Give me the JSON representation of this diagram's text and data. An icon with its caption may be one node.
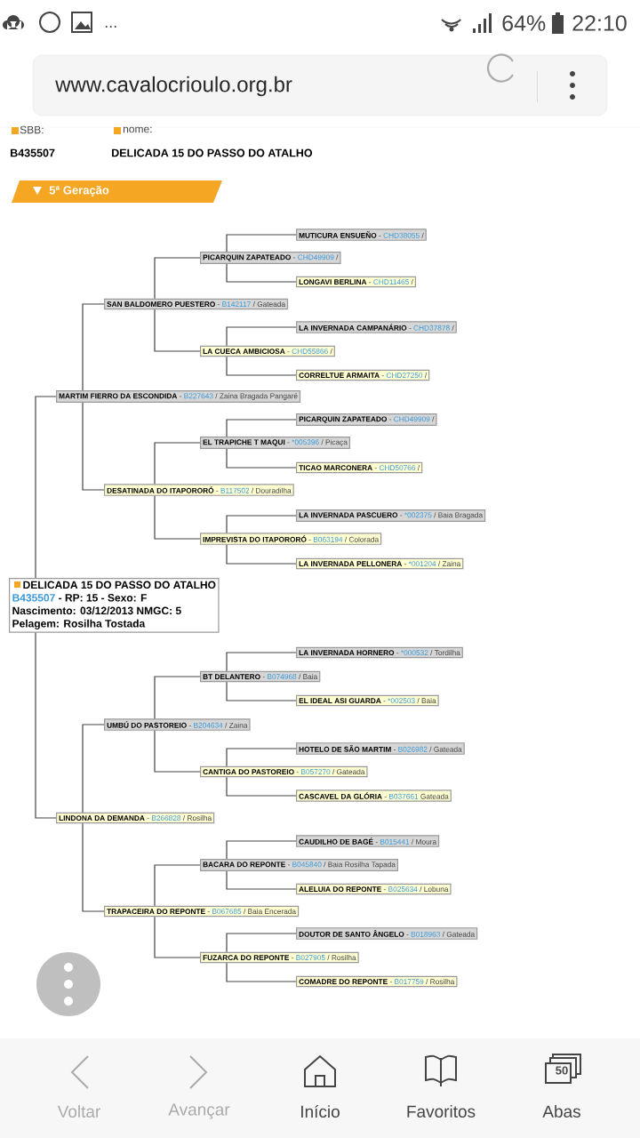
{
  "diagram": {
    "nodes": [
      {
        "text": [
          "MUTICURA ENSUEÑO",
          "-",
          "CHD38055",
          "/"
        ]
      },
      {
        "text": [
          "PICARQUIN ZAPATEADO",
          "-",
          "CHD49909",
          "/"
        ]
      },
      {
        "text": [
          "LONGAVI BERLINA",
          "-",
          "CHD11465",
          "/"
        ]
      },
      {
        "text": [
          "SAN BALDOMERO PUESTERO",
          "-",
          "B142117",
          "/ Gateada"
        ]
      },
      {
        "text": [
          "LA INVERNADA CAMPANÁRIO",
          "-",
          "CHD37878",
          "/"
        ]
      },
      {
        "text": [
          "LA CUECA AMBICIOSA",
          "-",
          "CHD55866",
          "/"
        ]
      },
      {
        "text": [
          "CORRELTUE ARMAITA",
          "-",
          "CHD27250",
          "/"
        ]
      },
      {
        "text": [
          "MARTIM FIERRO DA ESCONDIDA",
          "-",
          "B227643",
          "/ Zaina Bragada Pangaré"
        ]
      },
      {
        "text": [
          "PICARQUIN ZAPATEADO",
          "-",
          "CHD49909",
          "/"
        ]
      },
      {
        "text": [
          "EL TRAPICHE T MAQUI",
          "-",
          "*005396",
          "/ Picaça"
        ]
      },
      {
        "text": [
          "TICAO MARCONERA",
          "-",
          "CHD50766",
          "/"
        ]
      },
      {
        "text": [
          "DESATINADA DO ITAPORORÓ",
          "-",
          "B117502",
          "/ Douradilha"
        ]
      },
      {
        "text": [
          "LA INVERNADA PASCUERO",
          "-",
          "*002375",
          "/ Baia Bragada"
        ]
      },
      {
        "text": [
          "IMPREVISTA DO ITAPORORÓ",
          "-",
          "B063194",
          "/ Colorada"
        ]
      },
      {
        "text": [
          "LA INVERNADA PELLONERA",
          "-",
          "*001204",
          "/ Zaina"
        ]
      },
      {
        "text": [
          "DELICADA 15 DO PASSO DO ATALHO",
          "B435507",
          "- RP: 15 - Sexo: F",
          "Nascimento: 03/12/2013 NMGC: 5",
          "Pelagem: Rosilha Tostada"
        ]
      },
      {
        "text": [
          "LA INVERNADA HORNERO",
          "-",
          "*000532",
          "/ Tordilha"
        ]
      },
      {
        "text": [
          "BT DELANTERO",
          "-",
          "B074968",
          "/ Baia"
        ]
      },
      {
        "text": [
          "EL IDEAL ASI GUARDA",
          "-",
          "*002503",
          "/ Baia"
        ]
      },
      {
        "text": [
          "UMBÚ DO PASTOREIO",
          "-",
          "B204634",
          "/ Zaina"
        ]
      },
      {
        "text": [
          "HOTELO DE SÃO MARTIM",
          "-",
          "B026982",
          "/ Gateada"
        ]
      },
      {
        "text": [
          "CANTIGA DO PASTOREIO",
          "-",
          "B057270",
          "/ Gateada"
        ]
      },
      {
        "text": [
          "CASCAVEL DA GLÓRIA",
          "-",
          "B037661",
          "Gateada"
        ]
      },
      {
        "text": [
          "LINDONA DA DEMANDA",
          "-",
          "B266828",
          "/ Rosilha"
        ]
      },
      {
        "text": [
          "CAUDILHO DE BAGÉ",
          "-",
          "B015441",
          "/ Moura"
        ]
      },
      {
        "text": [
          "BACARA DO REPONTE",
          "-",
          "B045840",
          "/ Baia Rosilha Tapada"
        ]
      },
      {
        "text": [
          "ALELUIA DO REPONTE",
          "-",
          "B025634",
          "/ Lobuna"
        ]
      },
      {
        "text": [
          "TRAPACEIRA DO REPONTE",
          "-",
          "B067685",
          "/ Baia Encerada"
        ]
      },
      {
        "text": [
          "DOUTOR DE SANTO ÂNGELO",
          "-",
          "B018963",
          "/ Gateada"
        ]
      },
      {
        "text": [
          "FUZARCA DO REPONTE",
          "-",
          "B027905",
          "/ Rosilha"
        ]
      },
      {
        "text": [
          "COMADRE DO REPONTE",
          "-",
          "B017759",
          "/ Rosilha"
        ]
      }
    ],
    "edges": [
      {
        "from": 15,
        "to": 7,
        "arrow": "none"
      },
      {
        "from": 15,
        "to": 23,
        "arrow": "none"
      },
      {
        "from": 7,
        "to": 3,
        "arrow": "none"
      },
      {
        "from": 7,
        "to": 11,
        "arrow": "none"
      },
      {
        "from": 3,
        "to": 1,
        "arrow": "none"
      },
      {
        "from": 3,
        "to": 5,
        "arrow": "none"
      },
      {
        "from": 11,
        "to": 9,
        "arrow": "none"
      },
      {
        "from": 11,
        "to": 13,
        "arrow": "none"
      },
      {
        "from": 1,
        "to": 0,
        "arrow": "none"
      },
      {
        "from": 1,
        "to": 2,
        "arrow": "none"
      },
      {
        "from": 5,
        "to": 4,
        "arrow": "none"
      },
      {
        "from": 5,
        "to": 6,
        "arrow": "none"
      },
      {
        "from": 9,
        "to": 8,
        "arrow": "none"
      },
      {
        "from": 9,
        "to": 10,
        "arrow": "none"
      },
      {
        "from": 13,
        "to": 12,
        "arrow": "none"
      },
      {
        "from": 13,
        "to": 14,
        "arrow": "none"
      },
      {
        "from": 23,
        "to": 19,
        "arrow": "none"
      },
      {
        "from": 23,
        "to": 27,
        "arrow": "none"
      },
      {
        "from": 19,
        "to": 17,
        "arrow": "none"
      },
      {
        "from": 19,
        "to": 21,
        "arrow": "none"
      },
      {
        "from": 27,
        "to": 25,
        "arrow": "none"
      },
      {
        "from": 27,
        "to": 29,
        "arrow": "none"
      },
      {
        "from": 17,
        "to": 16,
        "arrow": "none"
      },
      {
        "from": 17,
        "to": 18,
        "arrow": "none"
      },
      {
        "from": 21,
        "to": 20,
        "arrow": "none"
      },
      {
        "from": 21,
        "to": 22,
        "arrow": "none"
      },
      {
        "from": 25,
        "to": 24,
        "arrow": "none"
      },
      {
        "from": 25,
        "to": 26,
        "arrow": "none"
      },
      {
        "from": 29,
        "to": 28,
        "arrow": "none"
      },
      {
        "from": 29,
        "to": 30,
        "arrow": "none"
      }
    ],
    "labels": [
      "...",
      "64%",
      "22:10",
      "www.cavalocrioulo.org.br",
      "SBB:",
      "nome:",
      "B435507",
      "DELICADA 15 DO PASSO DO ATALHO",
      "5ª Geração",
      "50",
      "Voltar",
      "Avançar",
      "Início",
      "Favoritos",
      "Abas"
    ]
  }
}
